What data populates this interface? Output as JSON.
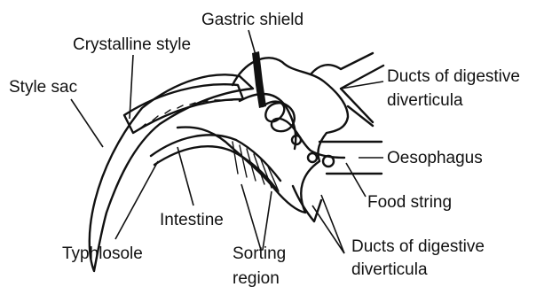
{
  "diagram": {
    "labels": {
      "gastric_shield": "Gastric shield",
      "crystalline_style": "Crystalline style",
      "style_sac": "Style sac",
      "ducts_top_line1": "Ducts of digestive",
      "ducts_top_line2": "diverticula",
      "oesophagus": "Oesophagus",
      "food_string": "Food string",
      "intestine": "Intestine",
      "typhlosole": "Typhlosole",
      "sorting_line1": "Sorting",
      "sorting_line2": "region",
      "ducts_bottom_line1": "Ducts of digestive",
      "ducts_bottom_line2": "diverticula"
    },
    "colors": {
      "ink": "#111111",
      "background": "#ffffff"
    }
  }
}
